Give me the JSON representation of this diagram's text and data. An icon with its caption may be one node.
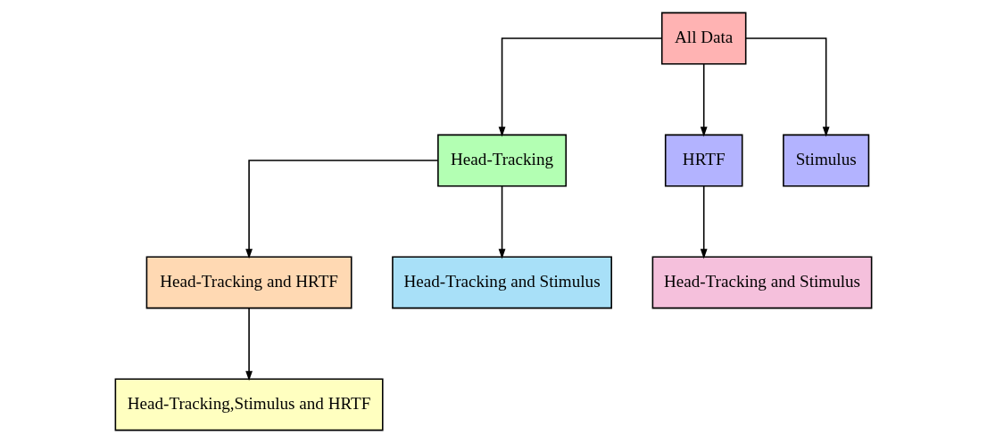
{
  "diagram": {
    "nodes": [
      {
        "text": [
          "All Data"
        ]
      },
      {
        "text": [
          "Head-Tracking"
        ]
      },
      {
        "text": [
          "HRTF"
        ]
      },
      {
        "text": [
          "Stimulus"
        ]
      },
      {
        "text": [
          "Head-Tracking and HRTF"
        ]
      },
      {
        "text": [
          "Head-Tracking and Stimulus"
        ]
      },
      {
        "text": [
          "Head-Tracking and Stimulus"
        ]
      },
      {
        "text": [
          "Head-Tracking,Stimulus and HRTF"
        ]
      }
    ],
    "edges": [
      {
        "from": 0,
        "to": 1,
        "arrow": "to"
      },
      {
        "from": 0,
        "to": 2,
        "arrow": "to"
      },
      {
        "from": 0,
        "to": 3,
        "arrow": "to"
      },
      {
        "from": 1,
        "to": 4,
        "arrow": "to"
      },
      {
        "from": 1,
        "to": 5,
        "arrow": "to"
      },
      {
        "from": 2,
        "to": 6,
        "arrow": "to"
      },
      {
        "from": 4,
        "to": 7,
        "arrow": "to"
      }
    ]
  }
}
